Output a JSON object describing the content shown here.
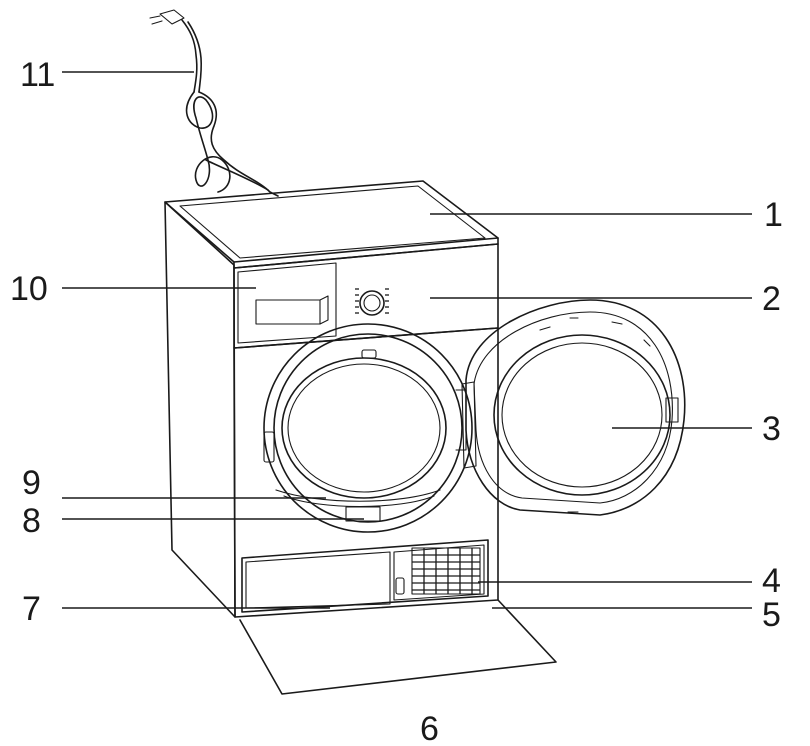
{
  "labels": [
    {
      "id": "1",
      "text": "1"
    },
    {
      "id": "2",
      "text": "2"
    },
    {
      "id": "3",
      "text": "3"
    },
    {
      "id": "4",
      "text": "4"
    },
    {
      "id": "5",
      "text": "5"
    },
    {
      "id": "6",
      "text": "6"
    },
    {
      "id": "7",
      "text": "7"
    },
    {
      "id": "8",
      "text": "8"
    },
    {
      "id": "9",
      "text": "9"
    },
    {
      "id": "10",
      "text": "10"
    },
    {
      "id": "11",
      "text": "11"
    }
  ]
}
